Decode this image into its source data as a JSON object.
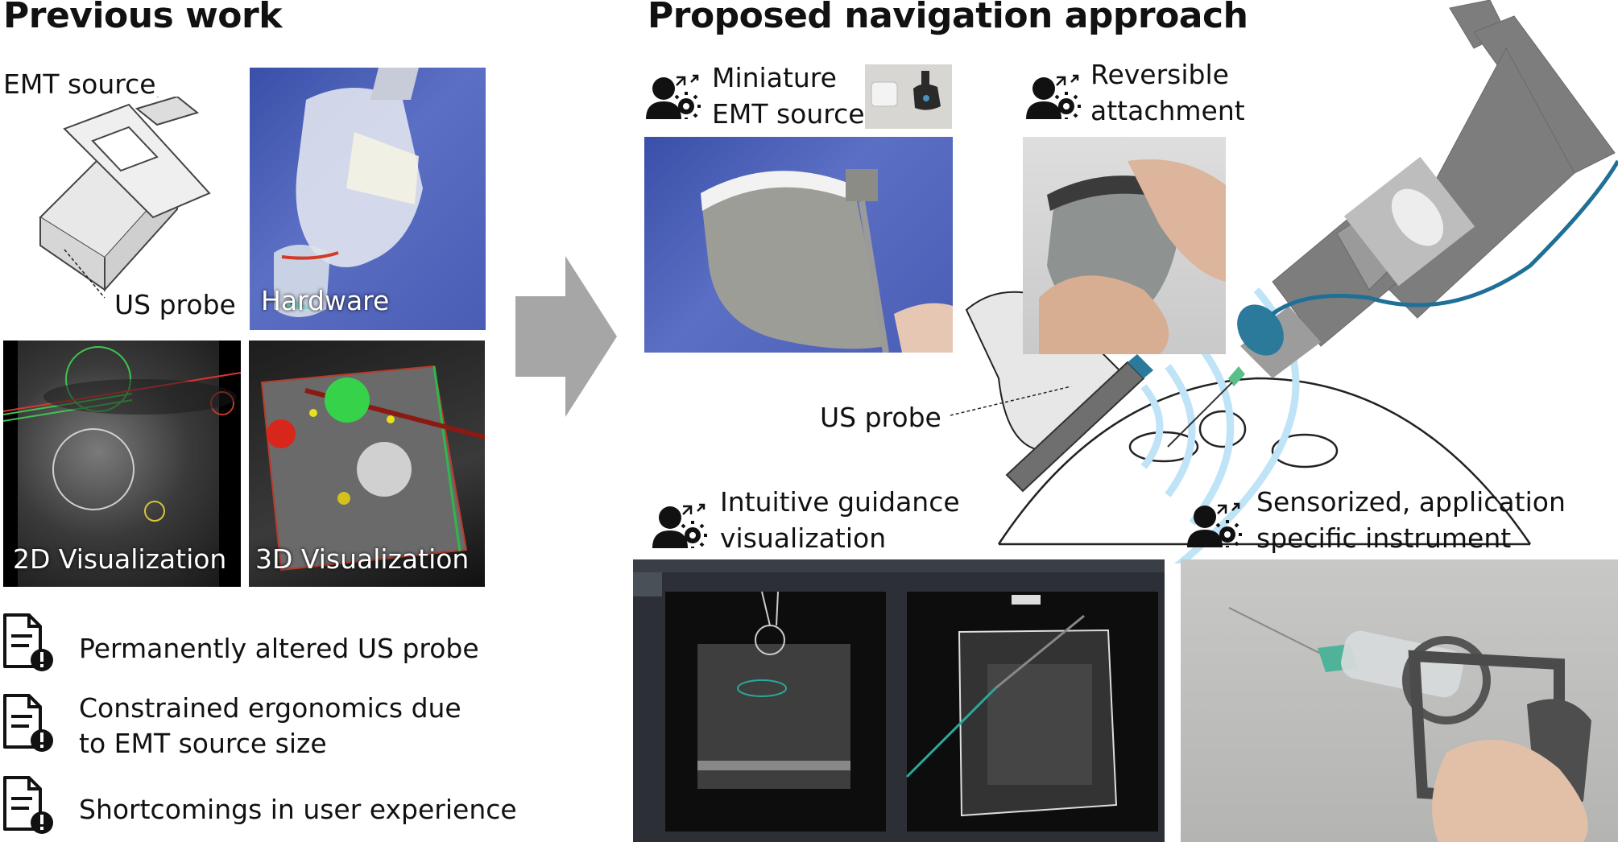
{
  "left": {
    "title": "Previous work",
    "emt_source_label": "EMT source",
    "us_probe_label": "US probe",
    "hardware_label": "Hardware",
    "vis2d_label": "2D Visualization",
    "vis3d_label": "3D Visualization",
    "issues": [
      {
        "line1": "Permanently altered US probe",
        "line2": ""
      },
      {
        "line1": "Constrained ergonomics due",
        "line2": "to EMT source size"
      },
      {
        "line1": "Shortcomings in user experience",
        "line2": ""
      }
    ]
  },
  "right": {
    "title": "Proposed navigation approach",
    "miniature_line1": "Miniature",
    "miniature_line2": "EMT source",
    "reversible_line1": "Reversible",
    "reversible_line2": "attachment",
    "us_probe_label": "US probe",
    "guidance_line1": "Intuitive guidance",
    "guidance_line2": "visualization",
    "instrument_line1": "Sensorized, application",
    "instrument_line2": "specific instrument"
  },
  "colors": {
    "arrow": "#a6a6a6",
    "wave": "#bfe3f7",
    "cable": "#1f6f96",
    "sensor": "#2b7a9c",
    "needle_tip": "#5bbf8a"
  },
  "icons": [
    "user-gear-icon",
    "document-warning-icon",
    "right-arrow-icon"
  ]
}
